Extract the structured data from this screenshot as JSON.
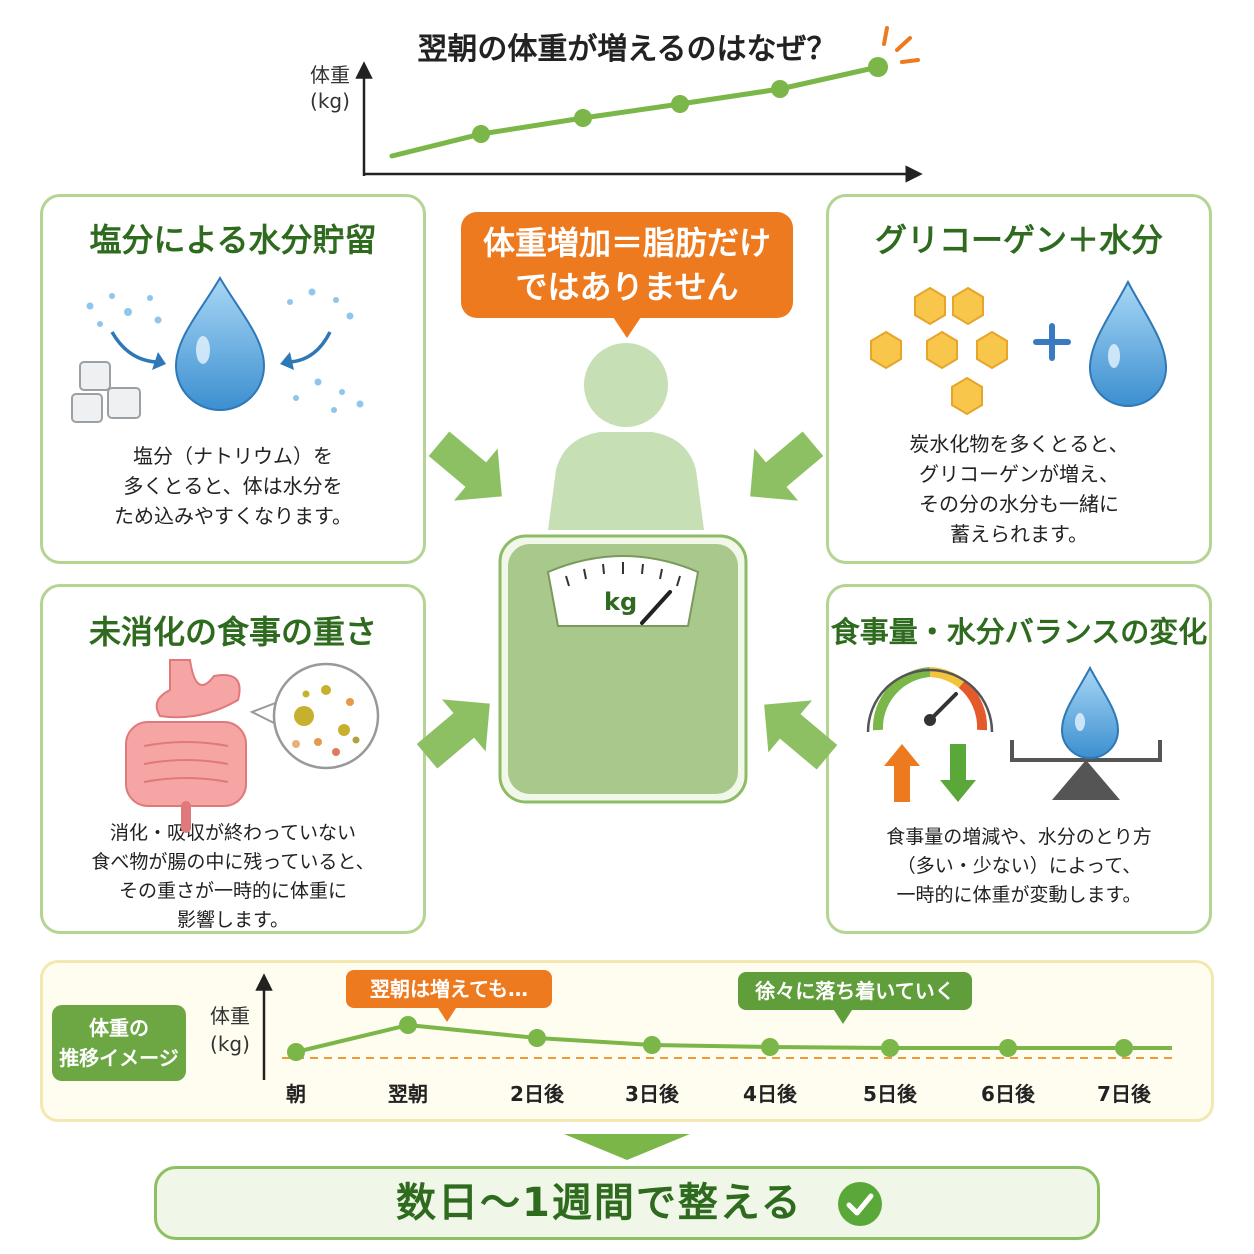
{
  "title": "翌朝の体重が増えるのはなぜ？",
  "top_chart": {
    "ylabel_line1": "体重",
    "ylabel_line2": "(kg)"
  },
  "center": {
    "bubble_line1": "体重増加＝脂肪だけ",
    "bubble_line2": "ではありません",
    "scale_unit": "kg"
  },
  "cards": {
    "salt": {
      "title": "塩分による水分貯留",
      "lines": [
        "塩分（ナトリウム）を",
        "多くとると、体は水分を",
        "ため込みやすくなります。"
      ]
    },
    "glycogen": {
      "title": "グリコーゲン＋水分",
      "lines": [
        "炭水化物を多くとると、",
        "グリコーゲンが増え、",
        "その分の水分も一緒に",
        "蓄えられます。"
      ]
    },
    "food": {
      "title": "未消化の食事の重さ",
      "lines": [
        "消化・吸収が終わっていない",
        "食べ物が腸の中に残っていると、",
        "その重さが一時的に体重に",
        "影響します。"
      ]
    },
    "balance": {
      "title": "食事量・水分バランスの変化",
      "lines": [
        "食事量の増減や、水分のとり方",
        "（多い・少ない）によって、",
        "一時的に体重が変動します。"
      ]
    }
  },
  "bottom_chart": {
    "tag_line1": "体重の",
    "tag_line2": "推移イメージ",
    "ylabel_line1": "体重",
    "ylabel_line2": "(kg)",
    "callout_up": "翌朝は増えても…",
    "callout_down": "徐々に落ち着いていく",
    "days": [
      "朝",
      "翌朝",
      "2日後",
      "3日後",
      "4日後",
      "5日後",
      "6日後",
      "7日後"
    ]
  },
  "final": {
    "text": "数日〜1週間で整える"
  },
  "colors": {
    "green_dark": "#2f6b1e",
    "green_line": "#7ab648",
    "orange": "#ee7a1f",
    "card_border": "#b5d493",
    "water_blue": "#5aa6dd",
    "honeycomb": "#f7c64a"
  }
}
